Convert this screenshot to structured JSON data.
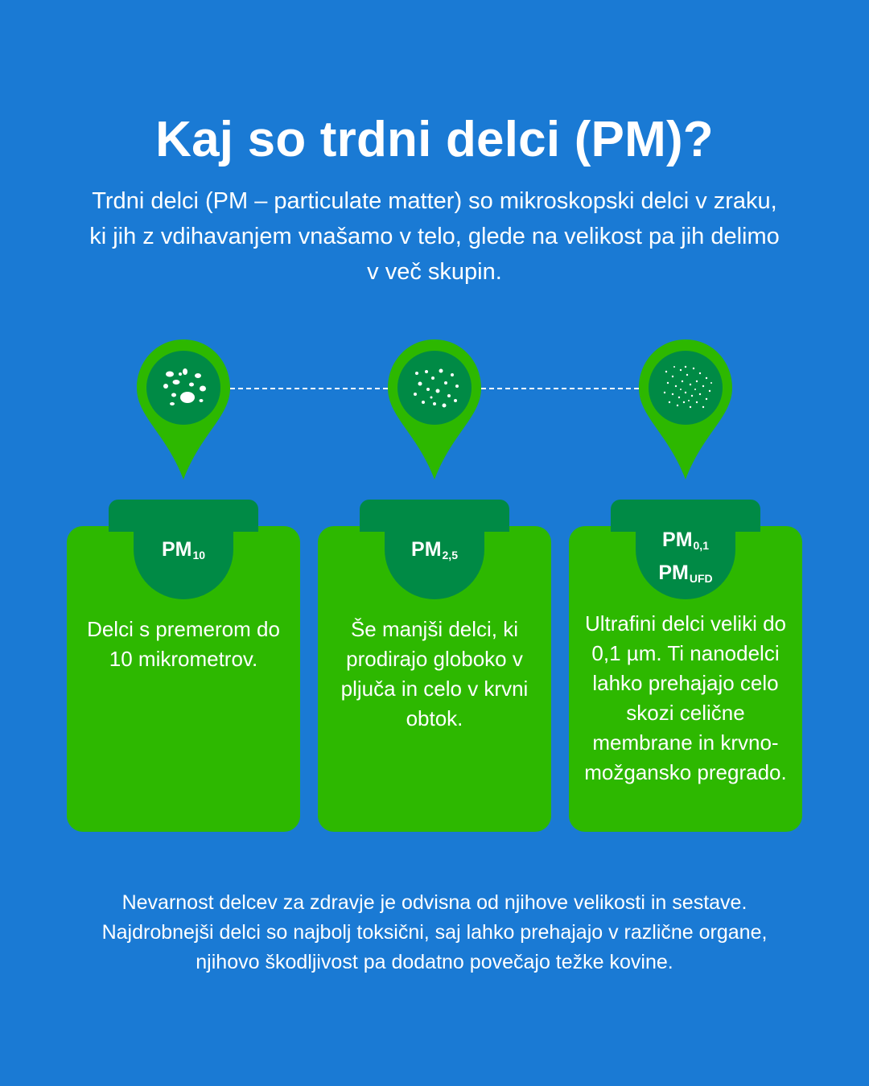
{
  "title": "Kaj so trdni delci (PM)?",
  "intro": "Trdni delci (PM – particulate matter) so mikroskopski delci v zraku, ki jih z vdihavanjem vnašamo v telo, glede na velikost pa jih delimo v več skupin.",
  "colors": {
    "background": "#1a7ad4",
    "card": "#2db800",
    "dark_green": "#008a45",
    "text": "#ffffff"
  },
  "groups": [
    {
      "icon": "coarse-particles-icon",
      "labels": [
        {
          "base": "PM",
          "sub": "10"
        }
      ],
      "description": "Delci s premerom do 10 mikrometrov."
    },
    {
      "icon": "fine-particles-icon",
      "labels": [
        {
          "base": "PM",
          "sub": "2,5"
        }
      ],
      "description": "Še manjši delci, ki prodirajo globoko v pljuča in celo v krvni obtok."
    },
    {
      "icon": "ultrafine-particles-icon",
      "labels": [
        {
          "base": "PM",
          "sub": "0,1"
        },
        {
          "base": "PM",
          "sub": "UFD"
        }
      ],
      "description": "Ultrafini delci veliki do 0,1 µm. Ti nanodelci lahko prehajajo celo skozi celične membrane in krvno-možgansko pregrado."
    }
  ],
  "footer": "Nevarnost delcev za zdravje je odvisna od njihove velikosti in sestave. Najdrobnejši delci so najbolj toksični, saj lahko prehajajo v različne organe, njihovo škodljivost pa dodatno povečajo težke kovine."
}
